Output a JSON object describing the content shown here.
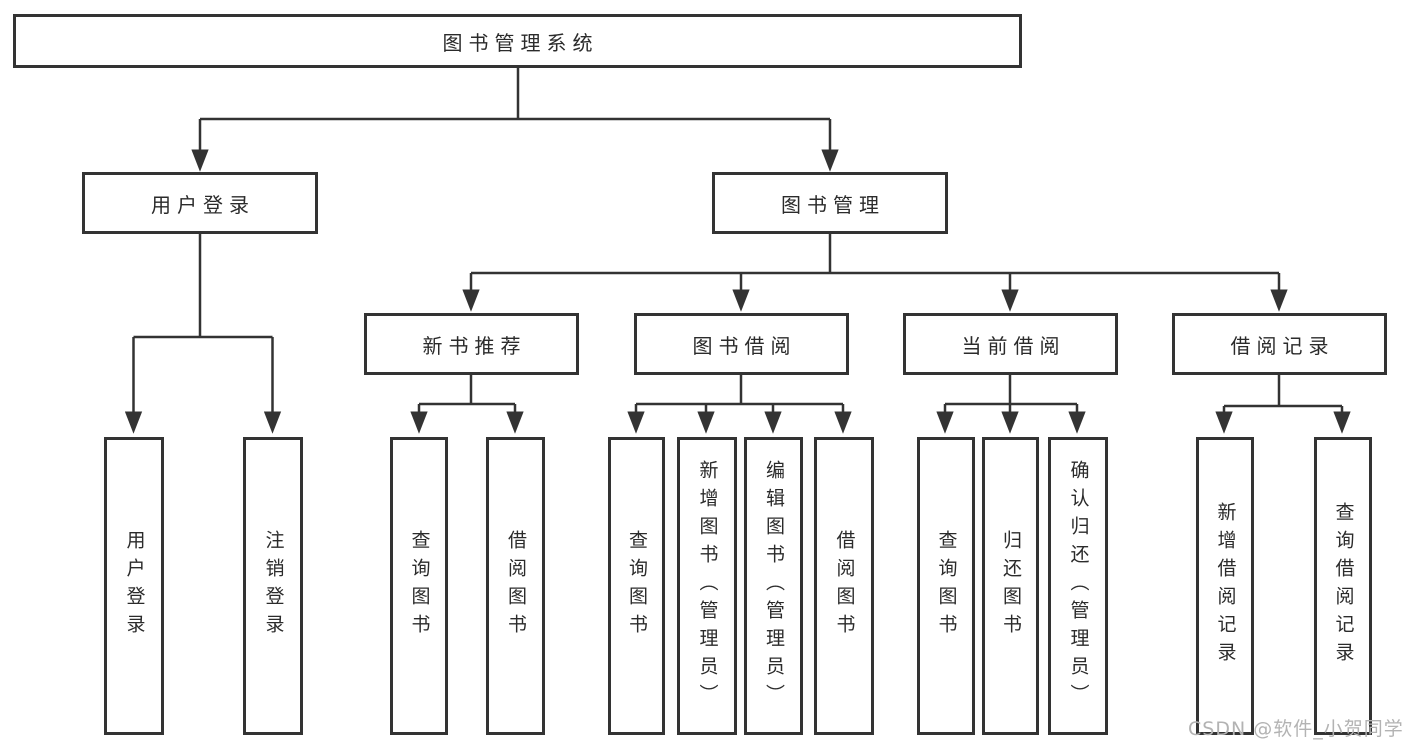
{
  "diagram": {
    "title": "图书管理系统",
    "root": {
      "label": "图书管理系统"
    },
    "level2": [
      {
        "label": "用户登录"
      },
      {
        "label": "图书管理"
      }
    ],
    "level3": [
      {
        "label": "新书推荐",
        "parent": "图书管理"
      },
      {
        "label": "图书借阅",
        "parent": "图书管理"
      },
      {
        "label": "当前借阅",
        "parent": "图书管理"
      },
      {
        "label": "借阅记录",
        "parent": "图书管理"
      }
    ],
    "leaves": [
      {
        "label": "用户登录",
        "parent": "用户登录"
      },
      {
        "label": "注销登录",
        "parent": "用户登录"
      },
      {
        "label": "查询图书",
        "parent": "新书推荐"
      },
      {
        "label": "借阅图书",
        "parent": "新书推荐"
      },
      {
        "label": "查询图书",
        "parent": "图书借阅"
      },
      {
        "label": "新增图书（管理员）",
        "parent": "图书借阅"
      },
      {
        "label": "编辑图书（管理员）",
        "parent": "图书借阅"
      },
      {
        "label": "借阅图书",
        "parent": "图书借阅"
      },
      {
        "label": "查询图书",
        "parent": "当前借阅"
      },
      {
        "label": "归还图书",
        "parent": "当前借阅"
      },
      {
        "label": "确认归还（管理员）",
        "parent": "当前借阅"
      },
      {
        "label": "新增借阅记录",
        "parent": "借阅记录"
      },
      {
        "label": "查询借阅记录",
        "parent": "借阅记录"
      }
    ]
  },
  "watermark": {
    "text": "CSDN @软件_小贺同学",
    "color": "#b3b3b3"
  },
  "colors": {
    "line": "#333333",
    "text": "#2b2b2b",
    "background": "#ffffff"
  }
}
